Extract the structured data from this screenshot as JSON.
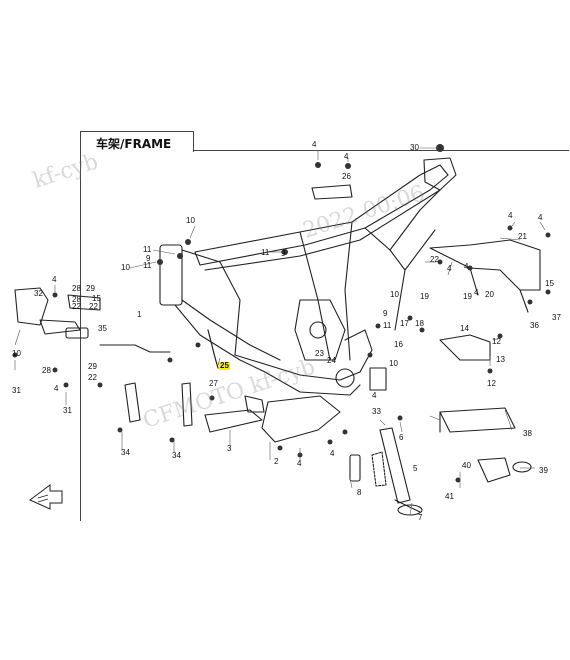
{
  "title": "车架/FRAME",
  "watermarks": [
    "kf-cyb",
    "CFMOTO kf-cyb",
    "2022 00:06"
  ],
  "callouts": [
    {
      "id": "c30",
      "text": "30"
    },
    {
      "id": "c4a",
      "text": "4"
    },
    {
      "id": "c4b",
      "text": "4"
    },
    {
      "id": "c26",
      "text": "26"
    },
    {
      "id": "c10a",
      "text": "10"
    },
    {
      "id": "c11a",
      "text": "11"
    },
    {
      "id": "c9a",
      "text": "9"
    },
    {
      "id": "c10b",
      "text": "10"
    },
    {
      "id": "c11b",
      "text": "11"
    },
    {
      "id": "c11c",
      "text": "11"
    },
    {
      "id": "c9b",
      "text": "9"
    },
    {
      "id": "c4c",
      "text": "4"
    },
    {
      "id": "c21",
      "text": "21"
    },
    {
      "id": "c4d",
      "text": "4"
    },
    {
      "id": "c22a",
      "text": "22"
    },
    {
      "id": "c4e",
      "text": "4"
    },
    {
      "id": "c19a",
      "text": "19"
    },
    {
      "id": "c4f",
      "text": "4"
    },
    {
      "id": "c19b",
      "text": "19"
    },
    {
      "id": "c4g",
      "text": "4"
    },
    {
      "id": "c20",
      "text": "20"
    },
    {
      "id": "c15a",
      "text": "15"
    },
    {
      "id": "c37",
      "text": "37"
    },
    {
      "id": "c36",
      "text": "36"
    },
    {
      "id": "c4h",
      "text": "4"
    },
    {
      "id": "c28a",
      "text": "28"
    },
    {
      "id": "c29a",
      "text": "29"
    },
    {
      "id": "c32",
      "text": "32"
    },
    {
      "id": "c28b",
      "text": "28"
    },
    {
      "id": "c22b",
      "text": "22"
    },
    {
      "id": "c22c",
      "text": "22"
    },
    {
      "id": "c15b",
      "text": "15"
    },
    {
      "id": "c35",
      "text": "35"
    },
    {
      "id": "c1",
      "text": "1"
    },
    {
      "id": "c10c",
      "text": "10"
    },
    {
      "id": "c9c",
      "text": "9"
    },
    {
      "id": "c11d",
      "text": "11"
    },
    {
      "id": "c16",
      "text": "16"
    },
    {
      "id": "c17",
      "text": "17"
    },
    {
      "id": "c18",
      "text": "18"
    },
    {
      "id": "c14",
      "text": "14"
    },
    {
      "id": "c12a",
      "text": "12"
    },
    {
      "id": "c13",
      "text": "13"
    },
    {
      "id": "c10d",
      "text": "10"
    },
    {
      "id": "c28c",
      "text": "28"
    },
    {
      "id": "c29b",
      "text": "29"
    },
    {
      "id": "c22d",
      "text": "22"
    },
    {
      "id": "c10e",
      "text": "10"
    },
    {
      "id": "c23",
      "text": "23"
    },
    {
      "id": "c24",
      "text": "24"
    },
    {
      "id": "c25",
      "text": "25",
      "highlight": true
    },
    {
      "id": "c27",
      "text": "27"
    },
    {
      "id": "c4i",
      "text": "4"
    },
    {
      "id": "c31a",
      "text": "31"
    },
    {
      "id": "c31b",
      "text": "31"
    },
    {
      "id": "c12b",
      "text": "12"
    },
    {
      "id": "c4j",
      "text": "4"
    },
    {
      "id": "c33",
      "text": "33"
    },
    {
      "id": "c38",
      "text": "38"
    },
    {
      "id": "c6",
      "text": "6"
    },
    {
      "id": "c4k",
      "text": "4"
    },
    {
      "id": "c34a",
      "text": "34"
    },
    {
      "id": "c34b",
      "text": "34"
    },
    {
      "id": "c3",
      "text": "3"
    },
    {
      "id": "c2",
      "text": "2"
    },
    {
      "id": "c4l",
      "text": "4"
    },
    {
      "id": "c8",
      "text": "8"
    },
    {
      "id": "c5",
      "text": "5"
    },
    {
      "id": "c40",
      "text": "40"
    },
    {
      "id": "c39",
      "text": "39"
    },
    {
      "id": "c41",
      "text": "41"
    },
    {
      "id": "c7",
      "text": "7"
    }
  ]
}
